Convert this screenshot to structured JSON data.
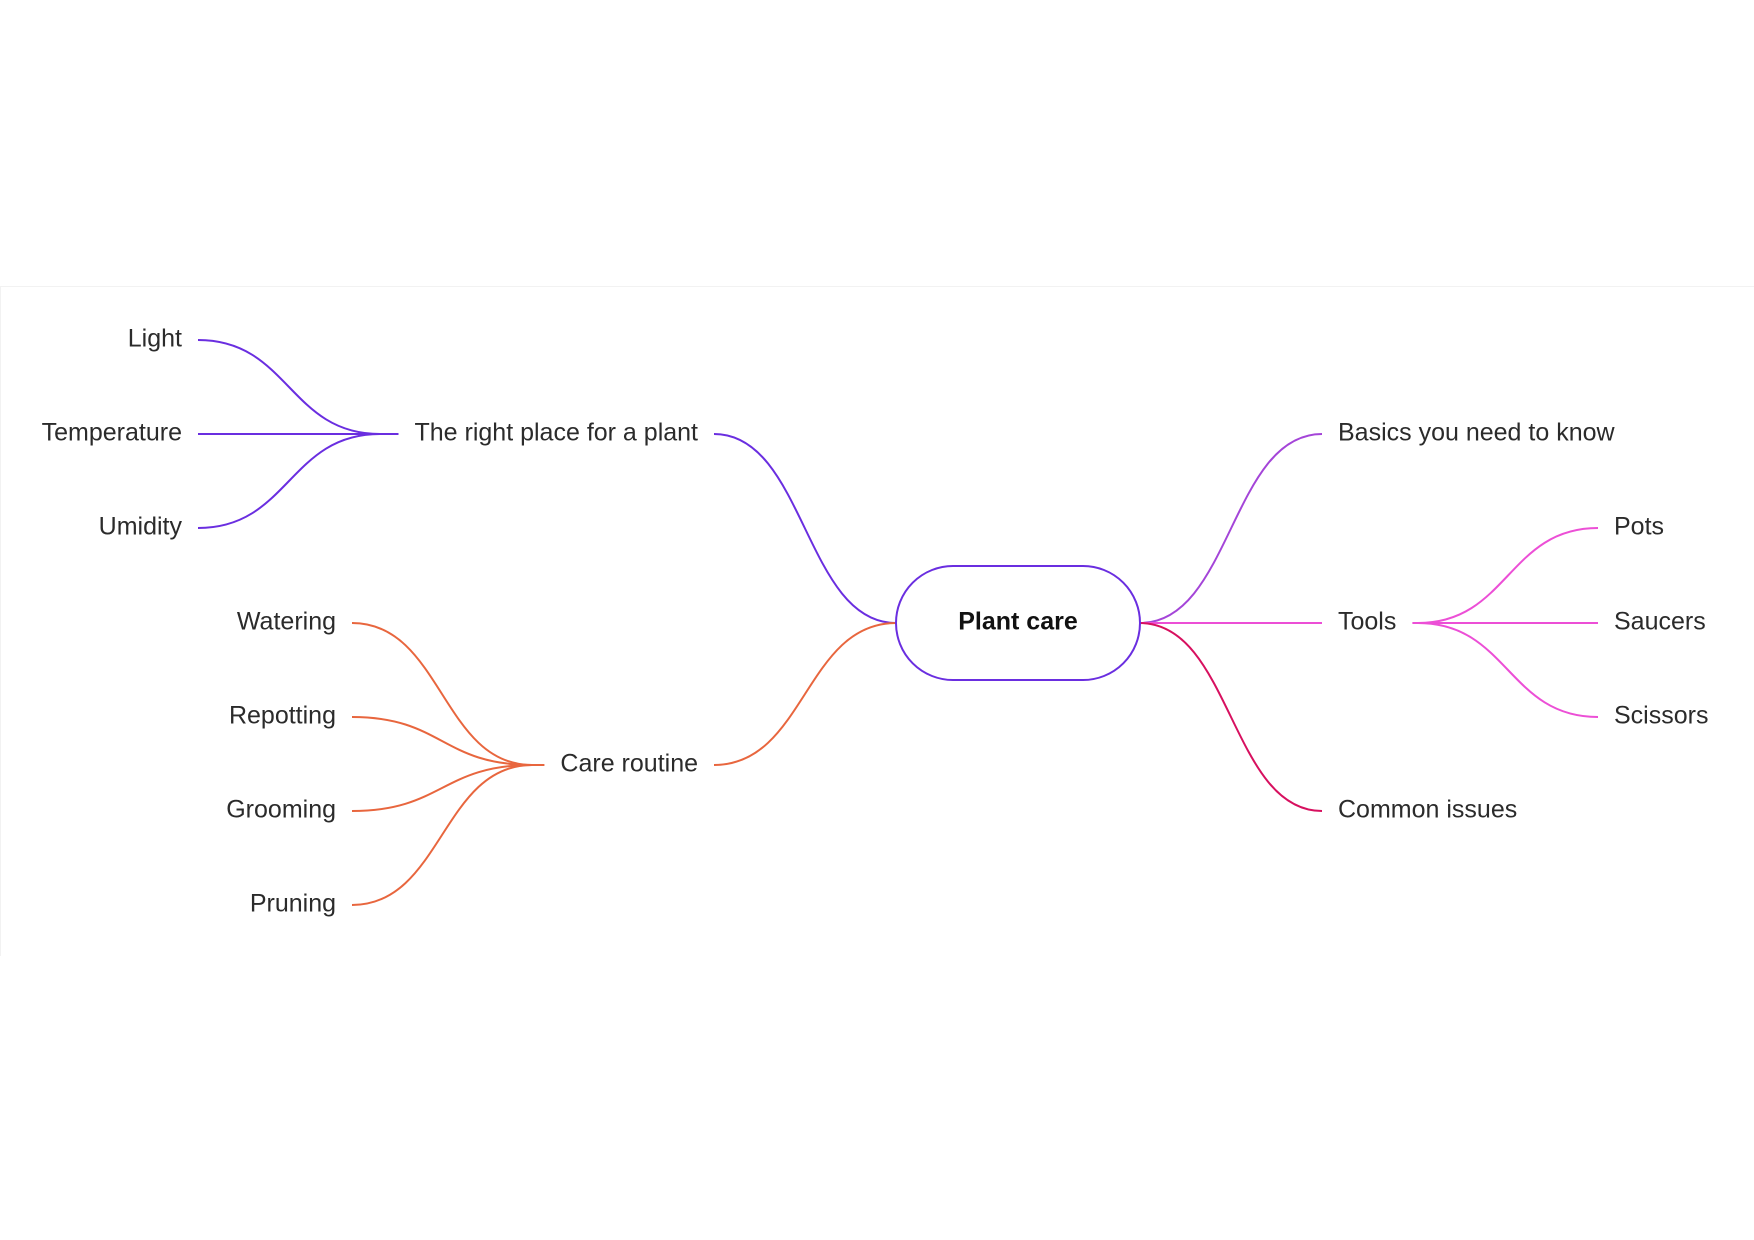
{
  "root": {
    "label": "Plant care",
    "color": "#6a2ee0"
  },
  "branches": [
    {
      "id": "right-place",
      "label": "The right place for a plant",
      "side": "left",
      "color": "#6a2ee0",
      "children": [
        "Light",
        "Temperature",
        "Umidity"
      ]
    },
    {
      "id": "care-routine",
      "label": "Care routine",
      "side": "left",
      "color": "#e8663e",
      "children": [
        "Watering",
        "Repotting",
        "Grooming",
        "Pruning"
      ]
    },
    {
      "id": "basics",
      "label": "Basics you need to know",
      "side": "right",
      "color": "#a445d8",
      "children": []
    },
    {
      "id": "tools",
      "label": "Tools",
      "side": "right",
      "color": "#ec4fd6",
      "children": [
        "Pots",
        "Saucers",
        "Scissors"
      ]
    },
    {
      "id": "common-issues",
      "label": "Common issues",
      "side": "right",
      "color": "#d7105f",
      "children": []
    }
  ]
}
